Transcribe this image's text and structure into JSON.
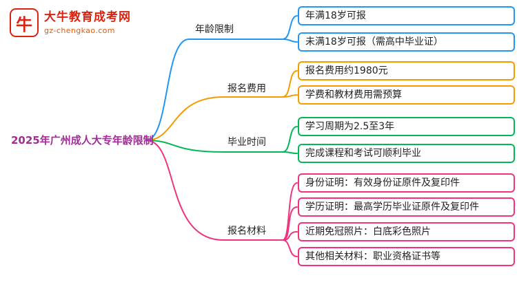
{
  "logo": {
    "title": "大牛教育成考网",
    "subtitle": "gz-chengkao.com",
    "icon_glyph": "牛",
    "color": "#d9230f",
    "subtitle_color": "#e8590c"
  },
  "root": {
    "label": "2025年广州成人大专年龄限制",
    "color": "#a42a97"
  },
  "branches": [
    {
      "label": "年龄限制",
      "color": "#2196f3",
      "children": [
        {
          "text": "年满18岁可报"
        },
        {
          "text": "未满18岁可报（需高中毕业证）"
        }
      ]
    },
    {
      "label": "报名费用",
      "color": "#f59b00",
      "children": [
        {
          "text": "报名费用约1980元"
        },
        {
          "text": "学费和教材费用需预算"
        }
      ]
    },
    {
      "label": "毕业时间",
      "color": "#00b956",
      "children": [
        {
          "text": "学习周期为2.5至3年"
        },
        {
          "text": "完成课程和考试可顺利毕业"
        }
      ]
    },
    {
      "label": "报名材料",
      "color": "#f2317f",
      "children": [
        {
          "text": "身份证明：有效身份证原件及复印件"
        },
        {
          "text": "学历证明：最高学历毕业证原件及复印件"
        },
        {
          "text": "近期免冠照片：白底彩色照片"
        },
        {
          "text": "其他相关材料：职业资格证书等"
        }
      ]
    }
  ]
}
